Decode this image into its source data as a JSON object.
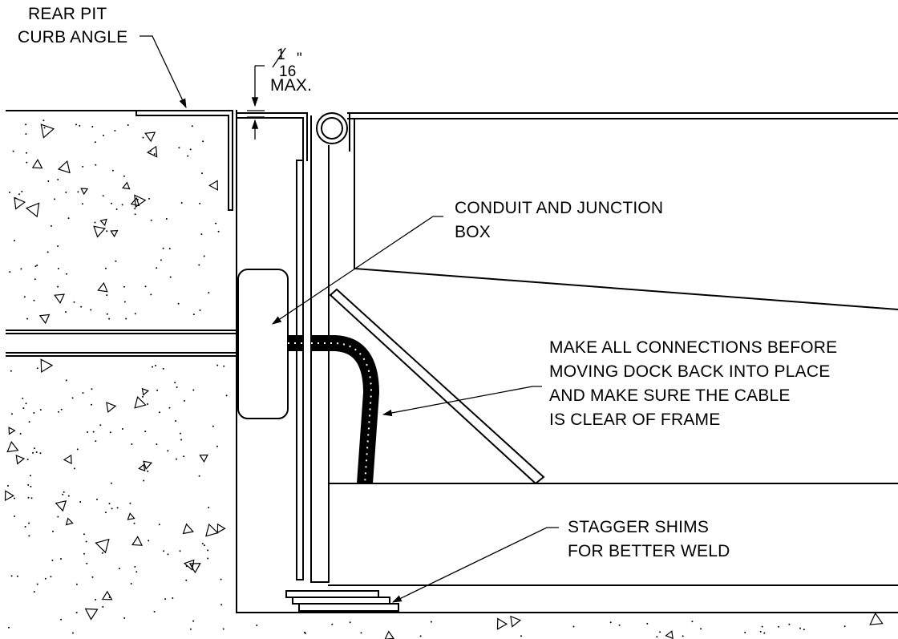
{
  "callouts": {
    "rear_pit_curb_angle": [
      "REAR PIT",
      "CURB ANGLE"
    ],
    "gap": {
      "fraction_num": "1",
      "fraction_den": "16",
      "inch_mark": "\"",
      "max": "MAX."
    },
    "conduit": [
      "CONDUIT AND JUNCTION",
      "BOX"
    ],
    "connections": [
      "MAKE ALL CONNECTIONS BEFORE",
      "MOVING DOCK BACK INTO PLACE",
      "AND MAKE SURE THE CABLE",
      "IS CLEAR OF FRAME"
    ],
    "shims": [
      "STAGGER SHIMS",
      "FOR BETTER WELD"
    ]
  }
}
